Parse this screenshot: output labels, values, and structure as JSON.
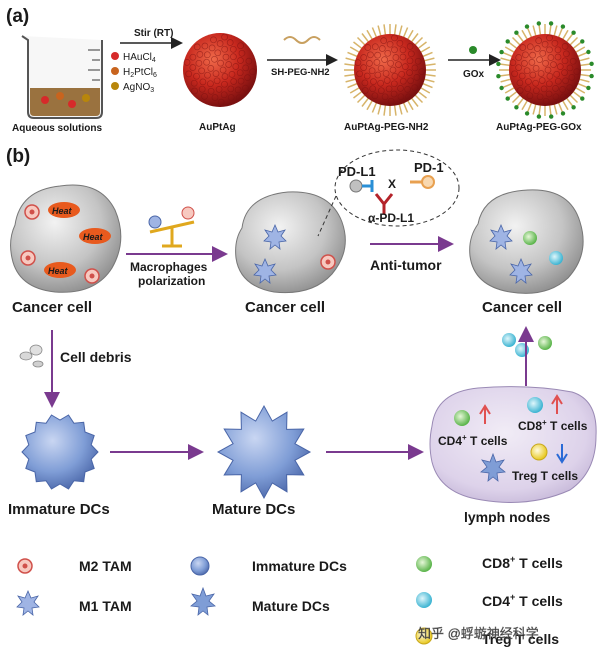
{
  "panel_a": {
    "label": "(a)",
    "beaker_label": "Aqueous solutions",
    "stir_label": "Stir (RT)",
    "reagents": [
      {
        "name": "HAuCl4",
        "color": "#d62a2a"
      },
      {
        "name": "H2PtCl6",
        "color": "#c8641e"
      },
      {
        "name": "AgNO3",
        "color": "#b8860b"
      }
    ],
    "peg_label": "SH-PEG-NH2",
    "gox_label": "GOx",
    "nanoparticles": [
      "AuPtAg",
      "AuPtAg-PEG-NH2",
      "AuPtAg-PEG-GOx"
    ]
  },
  "panel_b": {
    "label": "(b)",
    "heat_label": "Heat",
    "pd_l1": "PD-L1",
    "pd_1": "PD-1",
    "anti_pd_l1": "α-PD-L1",
    "block_mark": "X",
    "macrophage_label_1": "Macrophages",
    "macrophage_label_2": "polarization",
    "anti_tumor": "Anti-tumor",
    "cancer_cell": "Cancer cell",
    "cell_debris": "Cell debris",
    "immature_dcs": "Immature DCs",
    "mature_dcs": "Mature DCs",
    "lymph_nodes": "lymph nodes",
    "cd8": "CD8",
    "cd4": "CD4",
    "t_cells": "T cells",
    "treg": "Treg T cells",
    "plus": "+"
  },
  "legend": {
    "m2": "M2 TAM",
    "m1": "M1 TAM",
    "immature": "Immature DCs",
    "mature": "Mature DCs",
    "cd8": "CD8",
    "cd4": "CD4",
    "t_cells": "T cells",
    "treg": "Treg T cells",
    "plus": "+"
  },
  "watermark": "知乎 @蜉蝣神经科学",
  "colors": {
    "arrow": "#7a3a8f",
    "nanoparticle": "#c8281e",
    "cd8": "#5ab44a",
    "cd4": "#3cb4d2",
    "treg": "#e8c81e",
    "dc": "#6f8fcf",
    "pd_l1": "#2a8fd6",
    "pd_1": "#e8a050",
    "anti_pd_l1": "#b4232a"
  }
}
